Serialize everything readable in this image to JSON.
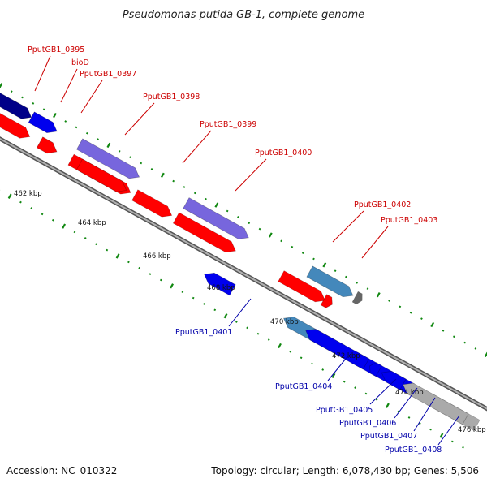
{
  "title": "Pseudomonas putida GB-1, complete genome",
  "accession": "Accession: NC_010322",
  "topology": "Topology: circular; Length: 6,078,430 bp; Genes: 5,506",
  "colors": {
    "forward": "#ff0000",
    "reverse": "#0000ee",
    "purple": "#7766dd",
    "steel": "#4488bb",
    "grey": "#aaaaaa",
    "navy": "#000088",
    "tick": "#118811",
    "backbone": "#777777",
    "label_forward": "#cc0000",
    "label_reverse": "#0000aa"
  },
  "kbp_ticks": [
    "462 kbp",
    "464 kbp",
    "466 kbp",
    "468 kbp",
    "470 kbp",
    "472 kbp",
    "474 kbp",
    "476 kbp"
  ],
  "labels_top": [
    "PputGB1_0395",
    "bioD",
    "PputGB1_0397",
    "PputGB1_0398",
    "PputGB1_0399",
    "PputGB1_0400",
    "PputGB1_0402",
    "PputGB1_0403"
  ],
  "labels_bottom": [
    "PputGB1_0401",
    "PputGB1_0404",
    "PputGB1_0405",
    "PputGB1_0406",
    "PputGB1_0407",
    "PputGB1_0408"
  ],
  "genes": [
    {
      "name": "PputGB1_0395",
      "strand": "+",
      "color": "navy",
      "ring": "outer"
    },
    {
      "name": "bioD",
      "strand": "+",
      "color": "reverse",
      "ring": "outer"
    },
    {
      "name": "PputGB1_0397",
      "strand": "+",
      "color": "forward",
      "ring": "forward"
    },
    {
      "name": "PputGB1_0398",
      "strand": "+",
      "color": "purple",
      "ring": "outer"
    },
    {
      "name": "PputGB1_0399",
      "strand": "+",
      "color": "forward",
      "ring": "forward"
    },
    {
      "name": "PputGB1_0400",
      "strand": "+",
      "color": "purple",
      "ring": "outer"
    },
    {
      "name": "PputGB1_0401",
      "strand": "-",
      "color": "reverse",
      "ring": "reverse"
    },
    {
      "name": "PputGB1_0402",
      "strand": "+",
      "color": "steel",
      "ring": "outer"
    },
    {
      "name": "PputGB1_0403",
      "strand": "+",
      "color": "forward",
      "ring": "forward"
    },
    {
      "name": "PputGB1_0404",
      "strand": "-",
      "color": "steel",
      "ring": "reverse"
    },
    {
      "name": "PputGB1_0405",
      "strand": "-",
      "color": "reverse",
      "ring": "reverse"
    },
    {
      "name": "PputGB1_0406",
      "strand": "-",
      "color": "reverse",
      "ring": "reverse"
    },
    {
      "name": "PputGB1_0407",
      "strand": "-",
      "color": "reverse",
      "ring": "reverse"
    },
    {
      "name": "PputGB1_0408",
      "strand": "-",
      "color": "grey",
      "ring": "reverse"
    }
  ]
}
